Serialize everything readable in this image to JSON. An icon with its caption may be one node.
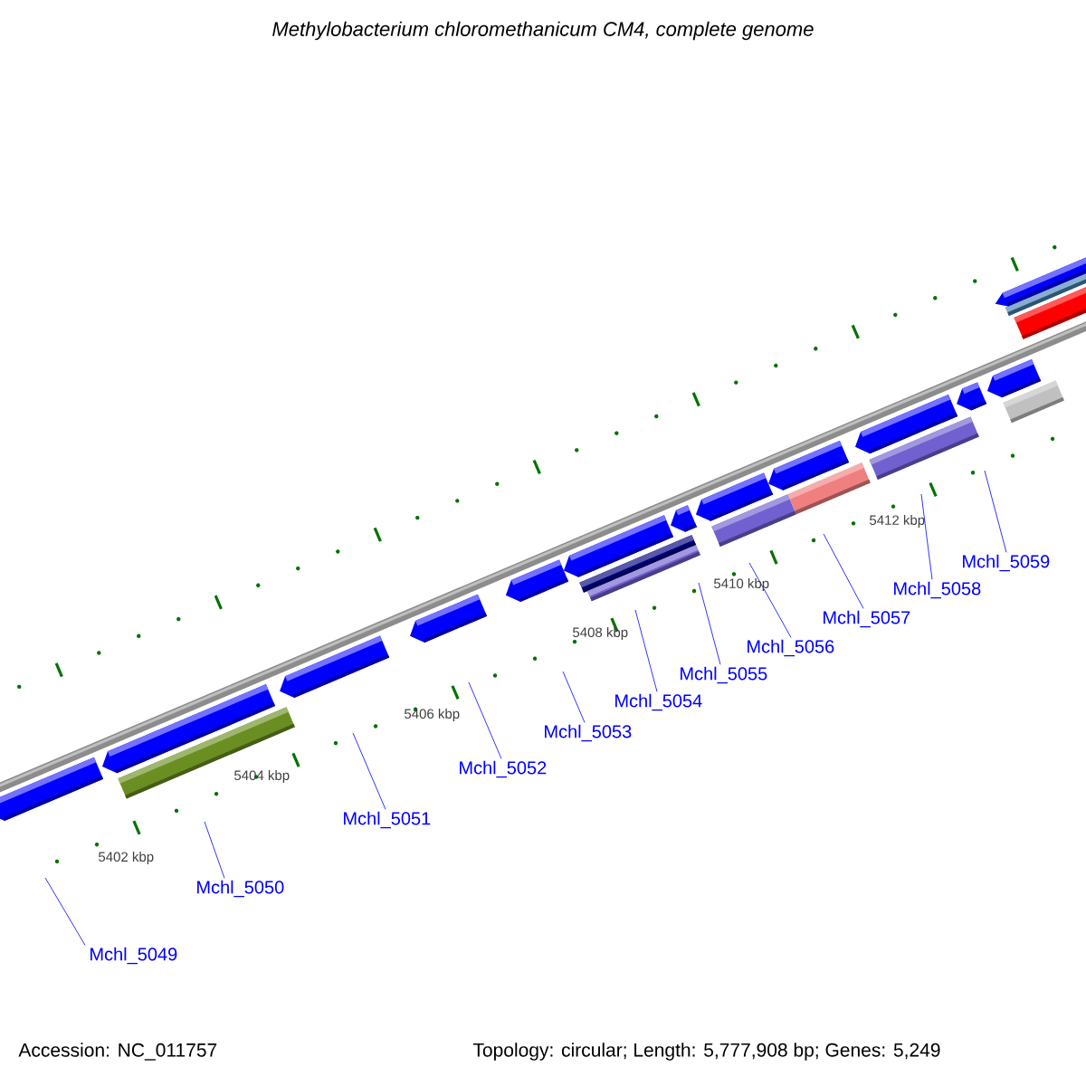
{
  "diagram": {
    "title": "Methylobacterium chloromethanicum CM4, complete genome",
    "nodes": [
      {
        "text": [
          "Mchl_5049"
        ]
      },
      {
        "text": [
          "Mchl_5050"
        ]
      },
      {
        "text": [
          "Mchl_5051"
        ]
      },
      {
        "text": [
          "Mchl_5052"
        ]
      },
      {
        "text": [
          "Mchl_5053"
        ]
      },
      {
        "text": [
          "Mchl_5054"
        ]
      },
      {
        "text": [
          "Mchl_5055"
        ]
      },
      {
        "text": [
          "Mchl_5056"
        ]
      },
      {
        "text": [
          "Mchl_5057"
        ]
      },
      {
        "text": [
          "Mchl_5058"
        ]
      },
      {
        "text": [
          "Mchl_5059"
        ]
      }
    ],
    "edges": [
      {
        "from": 0,
        "to": null,
        "arrow": "none"
      },
      {
        "from": 1,
        "to": null,
        "arrow": "none"
      },
      {
        "from": 2,
        "to": null,
        "arrow": "none"
      },
      {
        "from": 3,
        "to": null,
        "arrow": "none"
      },
      {
        "from": 4,
        "to": null,
        "arrow": "none"
      },
      {
        "from": 5,
        "to": null,
        "arrow": "none"
      },
      {
        "from": 6,
        "to": null,
        "arrow": "none"
      },
      {
        "from": 7,
        "to": null,
        "arrow": "none"
      },
      {
        "from": 8,
        "to": null,
        "arrow": "none"
      },
      {
        "from": 9,
        "to": null,
        "arrow": "none"
      },
      {
        "from": 10,
        "to": null,
        "arrow": "none"
      }
    ],
    "labels": [
      "5412 kbp",
      "5410 kbp",
      "5408 kbp",
      "5406 kbp",
      "5404 kbp",
      "5402 kbp",
      "Accession: NC_011757",
      "Topology: circular; Length: 5,777,908 bp; Genes: 5,249"
    ]
  }
}
